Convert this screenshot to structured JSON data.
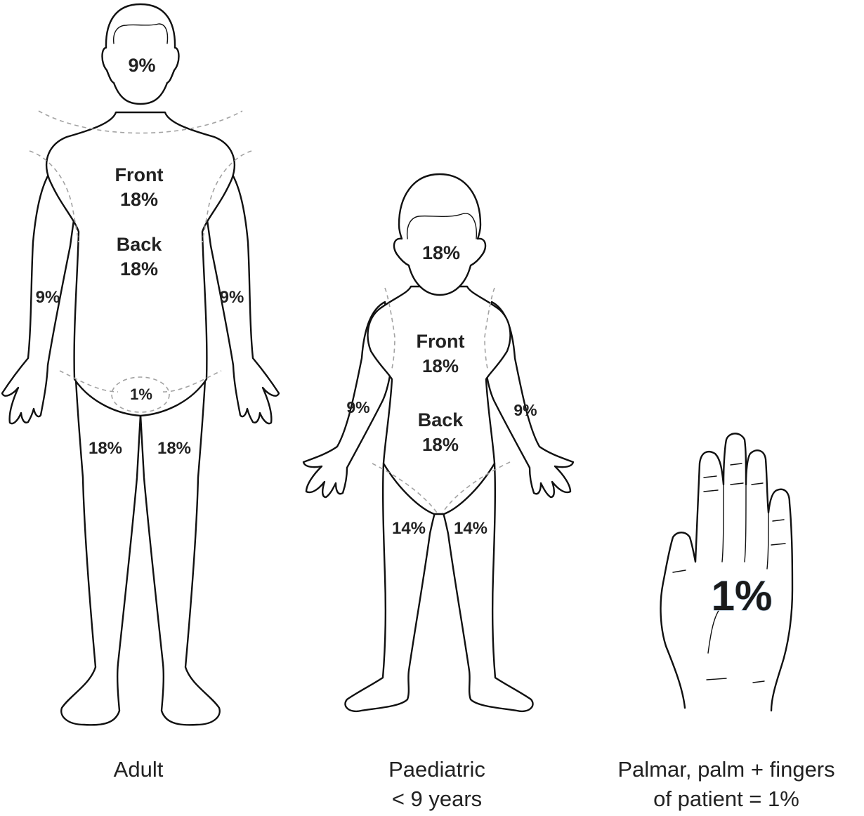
{
  "adult": {
    "head": "9%",
    "front_title": "Front",
    "front_value": "18%",
    "back_title": "Back",
    "back_value": "18%",
    "left_arm": "9%",
    "right_arm": "9%",
    "groin": "1%",
    "left_leg": "18%",
    "right_leg": "18%",
    "caption": "Adult"
  },
  "paediatric": {
    "head": "18%",
    "front_title": "Front",
    "front_value": "18%",
    "back_title": "Back",
    "back_value": "18%",
    "left_arm": "9%",
    "right_arm": "9%",
    "left_leg": "14%",
    "right_leg": "14%",
    "caption_line1": "Paediatric",
    "caption_line2": "< 9 years"
  },
  "palmar": {
    "value": "1%",
    "caption_line1": "Palmar, palm + fingers",
    "caption_line2": "of patient = 1%"
  },
  "colors": {
    "outline": "#111111",
    "region_boundary": "#a3a3a3",
    "text": "#222222"
  }
}
